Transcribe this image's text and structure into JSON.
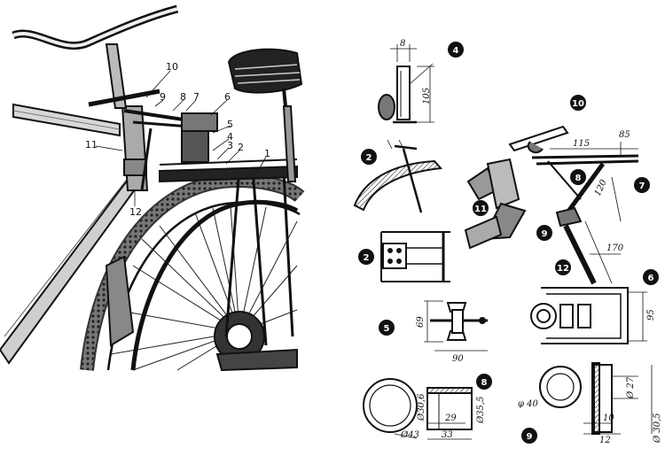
{
  "left_callouts": [
    {
      "id": "c1",
      "text": "1"
    },
    {
      "id": "c2",
      "text": "2"
    },
    {
      "id": "c3",
      "text": "3"
    },
    {
      "id": "c4",
      "text": "4"
    },
    {
      "id": "c5",
      "text": "5"
    },
    {
      "id": "c6",
      "text": "6"
    },
    {
      "id": "c7",
      "text": "7"
    },
    {
      "id": "c8",
      "text": "8"
    },
    {
      "id": "c9",
      "text": "9"
    },
    {
      "id": "c10",
      "text": "10"
    },
    {
      "id": "c11",
      "text": "11"
    },
    {
      "id": "c12",
      "text": "12"
    }
  ],
  "part_markers": [
    {
      "id": "m4",
      "text": "4"
    },
    {
      "id": "m10",
      "text": "10"
    },
    {
      "id": "m2a",
      "text": "2"
    },
    {
      "id": "m8a",
      "text": "8"
    },
    {
      "id": "m7",
      "text": "7"
    },
    {
      "id": "m11",
      "text": "11"
    },
    {
      "id": "m9a",
      "text": "9"
    },
    {
      "id": "m2b",
      "text": "2"
    },
    {
      "id": "m12",
      "text": "12"
    },
    {
      "id": "m6",
      "text": "6"
    },
    {
      "id": "m5",
      "text": "5"
    },
    {
      "id": "m8b",
      "text": "8"
    },
    {
      "id": "m9b",
      "text": "9"
    }
  ],
  "dimensions": [
    {
      "id": "d8",
      "text": "8"
    },
    {
      "id": "d105",
      "text": "105"
    },
    {
      "id": "d115",
      "text": "115"
    },
    {
      "id": "d85",
      "text": "85"
    },
    {
      "id": "d120",
      "text": "120"
    },
    {
      "id": "d170",
      "text": "170"
    },
    {
      "id": "d69",
      "text": "69"
    },
    {
      "id": "d90",
      "text": "90"
    },
    {
      "id": "d95",
      "text": "95"
    },
    {
      "id": "d306",
      "text": "Ø30,6"
    },
    {
      "id": "d29",
      "text": "29"
    },
    {
      "id": "d355",
      "text": "Ø35,5"
    },
    {
      "id": "d43",
      "text": "Ø43"
    },
    {
      "id": "d33",
      "text": "33"
    },
    {
      "id": "d40",
      "text": "φ 40"
    },
    {
      "id": "d27",
      "text": "Ø 27"
    },
    {
      "id": "d10",
      "text": "10"
    },
    {
      "id": "d12",
      "text": "12"
    },
    {
      "id": "d305",
      "text": "Ø 30,5"
    }
  ],
  "colors": {
    "ink": "#111111",
    "paper": "#ffffff",
    "tire": "#555555"
  }
}
